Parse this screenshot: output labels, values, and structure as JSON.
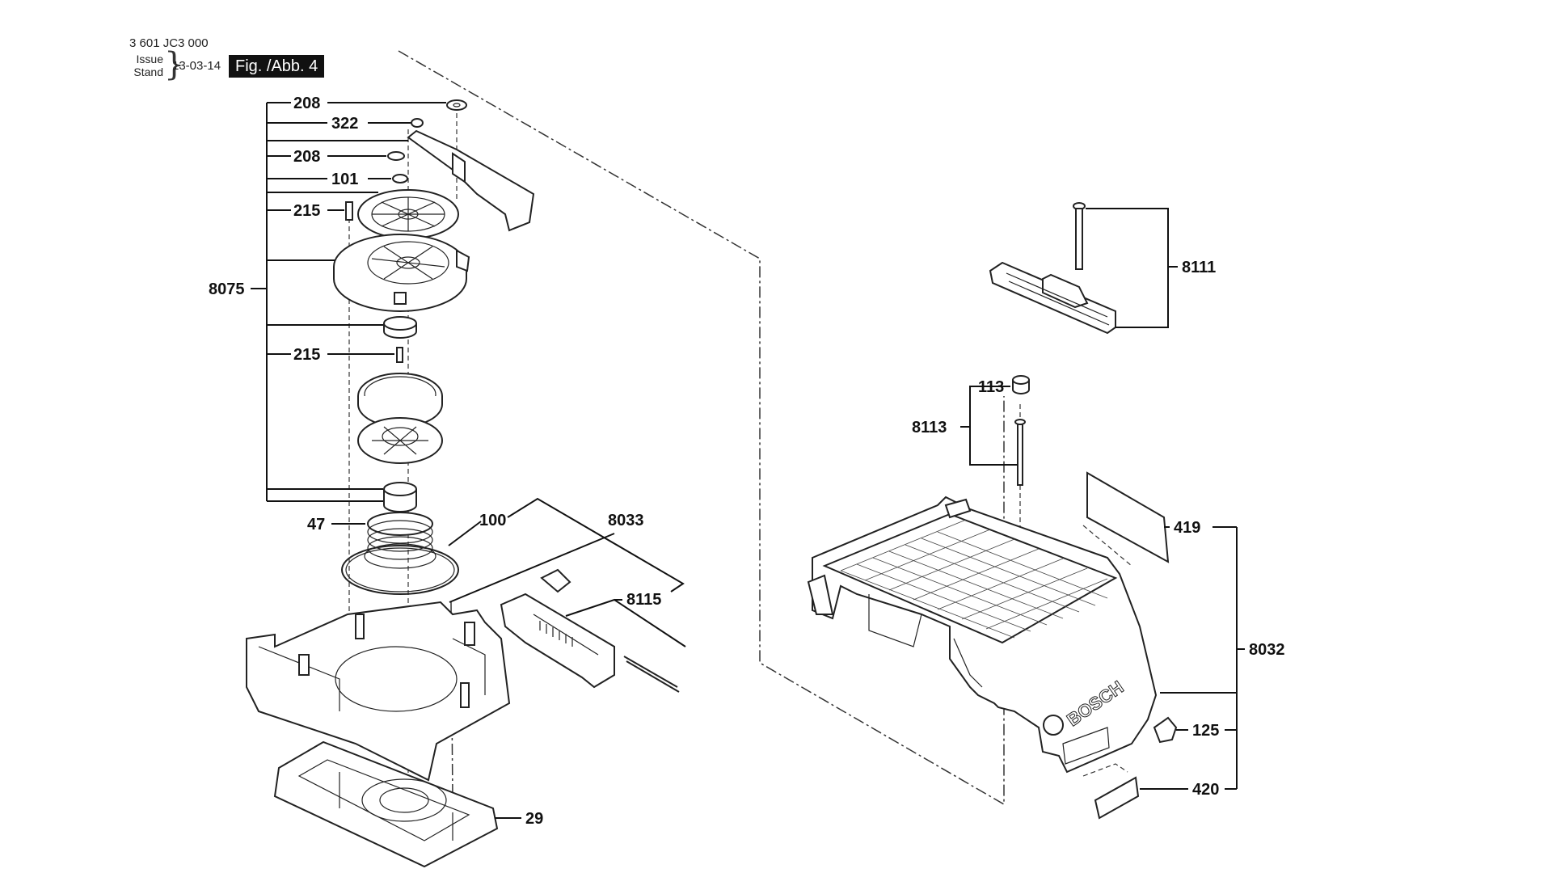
{
  "header": {
    "doc_number": "3 601 JC3 000",
    "issue_label_1": "Issue",
    "issue_label_2": "Stand",
    "issue_date": "13-03-14",
    "figure_label": "Fig. /Abb. 4"
  },
  "housing_logo": "BOSCH",
  "part_labels": {
    "p208_top": "208",
    "p322": "322",
    "p208_mid": "208",
    "p101": "101",
    "p215_top": "215",
    "p8075": "8075",
    "p215_low": "215",
    "p47": "47",
    "p100": "100",
    "p8033": "8033",
    "p8115": "8115",
    "p29": "29",
    "p8111": "8111",
    "p113": "113",
    "p8113": "8113",
    "p419": "419",
    "p8032": "8032",
    "p125": "125",
    "p420": "420"
  }
}
